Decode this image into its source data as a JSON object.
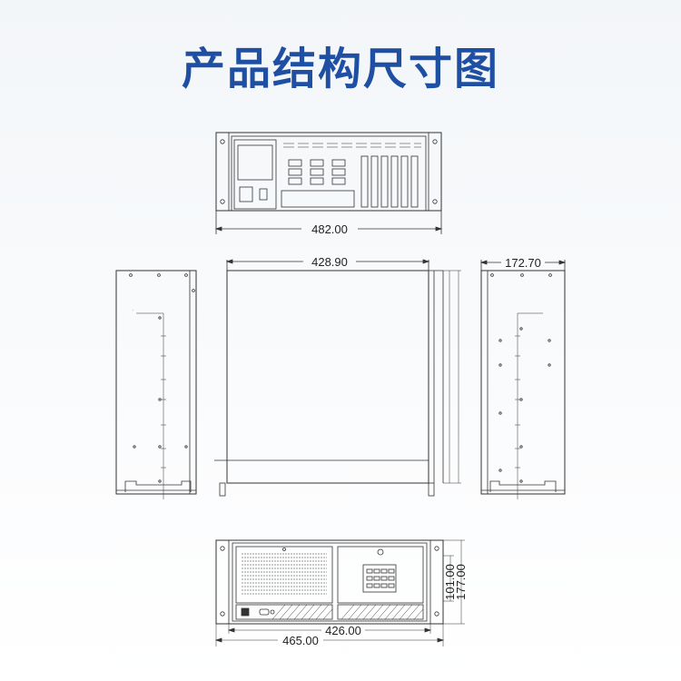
{
  "title": "产品结构尺寸图",
  "colors": {
    "title": "#1e4fa3",
    "line": "#333333",
    "background": "#ffffff"
  },
  "dimensions": {
    "rear_width": "482.00",
    "top_depth": "428.90",
    "side_height": "172.70",
    "front_height_small": "101.00",
    "front_height": "177.00",
    "front_inner_width": "426.00",
    "front_outer_width": "465.00"
  }
}
